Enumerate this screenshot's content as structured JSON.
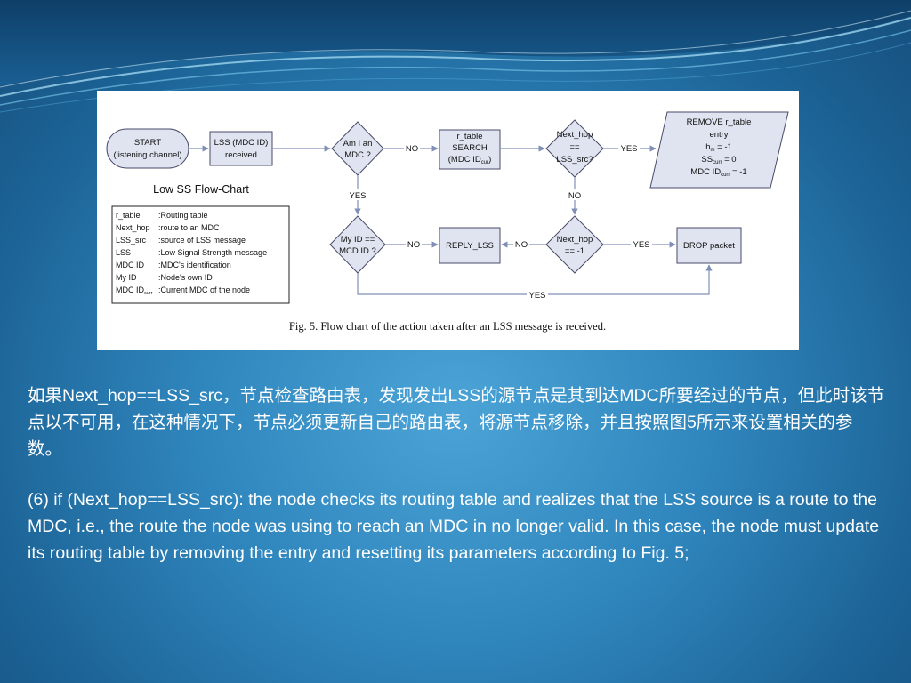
{
  "figure": {
    "chart_title": "Low SS Flow-Chart",
    "caption": "Fig. 5.  Flow chart of the action taken after an LSS message is received.",
    "nodes": {
      "start": [
        "START",
        "(listening channel)"
      ],
      "lss_received": [
        "LSS (MDC ID)",
        "received"
      ],
      "am_i_mdc": [
        "Am I an",
        "MDC ?"
      ],
      "r_table_search": [
        "r_table",
        "SEARCH",
        "(MDC ID",
        "cur",
        ")"
      ],
      "next_hop_eq_src": [
        "Next_hop",
        "==",
        "LSS_src?"
      ],
      "remove_entry": [
        "REMOVE r_table",
        "entry",
        "h",
        "m",
        " = -1",
        "SS",
        "curr",
        " = 0",
        "MDC ID",
        "curr",
        " = -1"
      ],
      "my_id_eq": [
        "My ID ==",
        "MCD ID ?"
      ],
      "reply_lss": [
        "REPLY_LSS"
      ],
      "next_hop_eq_neg1": [
        "Next_hop",
        "== -1"
      ],
      "drop_packet": [
        "DROP packet"
      ]
    },
    "edge_labels": {
      "no1": "NO",
      "yes1": "YES",
      "yes_down": "YES",
      "no_down": "NO",
      "no2": "NO",
      "no3": "NO",
      "yes2": "YES",
      "yes_bottom": "YES"
    },
    "legend": [
      {
        "term": "r_table",
        "desc": ":Routing table"
      },
      {
        "term": "Next_hop",
        "desc": ":route to an MDC"
      },
      {
        "term": "LSS_src",
        "desc": ":source of LSS message"
      },
      {
        "term": "LSS",
        "desc": ":Low Signal Strength message"
      },
      {
        "term": "MDC ID",
        "desc": ":MDC's identification"
      },
      {
        "term": "My ID",
        "desc": ":Node's own ID"
      },
      {
        "term": "MDC ID",
        "term_sub": "curr",
        "desc": ":Current MDC of the node"
      }
    ]
  },
  "text": {
    "para_cn": "如果Next_hop==LSS_src，节点检查路由表，发现发出LSS的源节点是其到达MDC所要经过的节点，但此时该节点以不可用，在这种情况下，节点必须更新自己的路由表，将源节点移除，并且按照图5所示来设置相关的参数。",
    "para_en": "(6) if (Next_hop==LSS_src): the node checks its routing table and realizes that the LSS source is a route to the MDC, i.e., the route the node was using to reach an MDC in no longer valid. In this case, the node must update its routing table by removing the entry and resetting its parameters according to Fig. 5;"
  },
  "colors": {
    "background": "#2f86bd",
    "node_fill": "#dfe4f0",
    "node_stroke": "#4a4a6a",
    "arrow": "#7f8fb6"
  }
}
